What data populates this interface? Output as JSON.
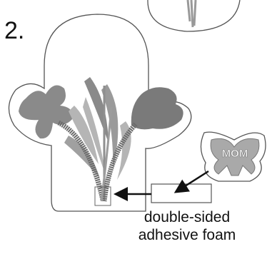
{
  "step": {
    "number": "2."
  },
  "badge": {
    "text": "MOM"
  },
  "callout": {
    "line1": "double-sided",
    "line2": "adhesive foam"
  },
  "colors": {
    "outline": "#555555",
    "stem_dark": "#6b6b6b",
    "leaf_mid": "#8a8a8a",
    "leaf_light": "#b5b5b5",
    "bow_fill": "#a9a9a9",
    "foam_fill": "#ffffff"
  }
}
